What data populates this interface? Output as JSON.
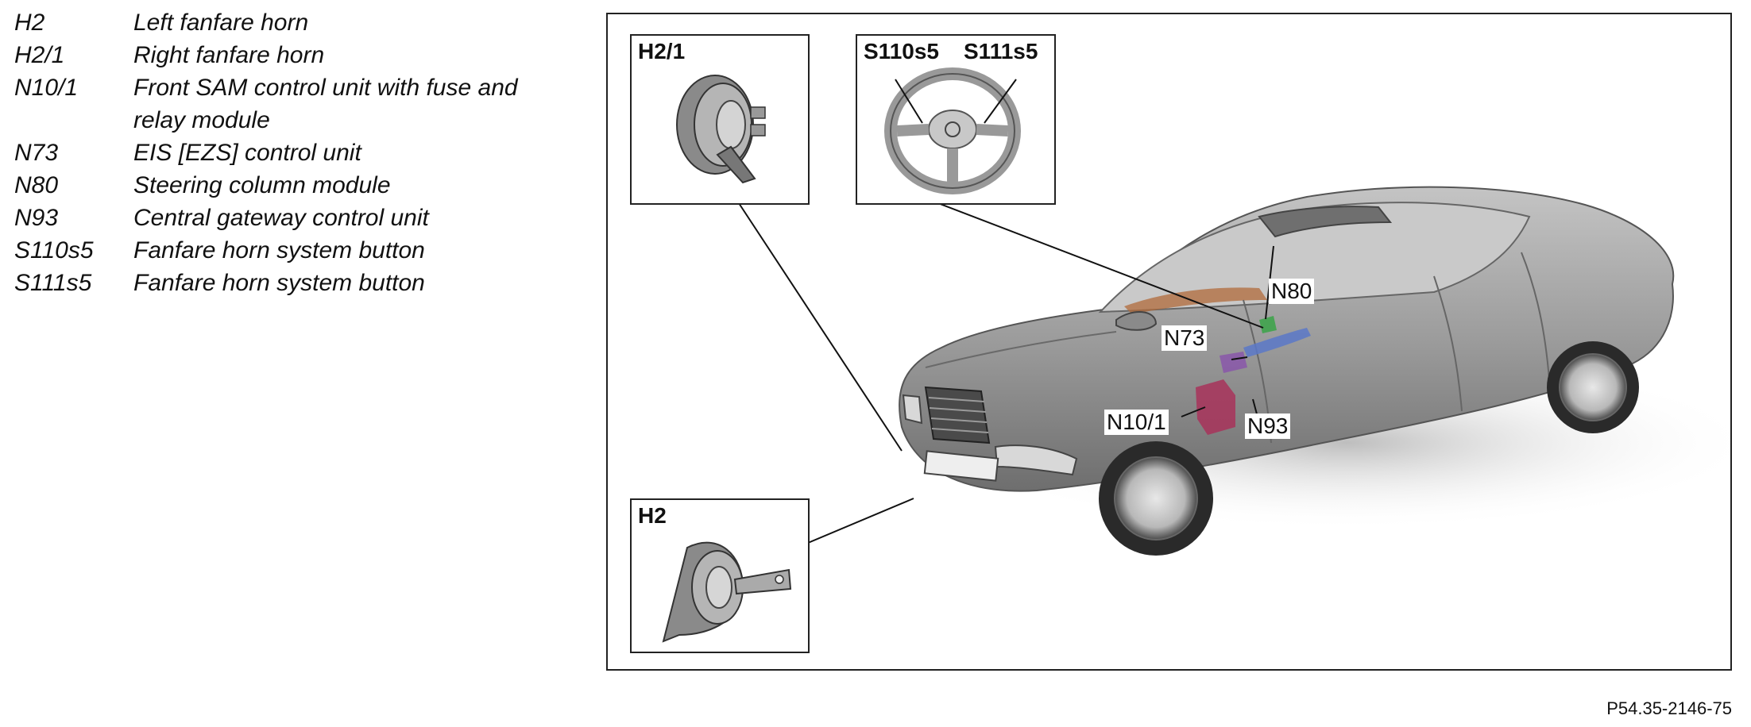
{
  "legend": [
    {
      "code": "H2",
      "desc": "Left fanfare horn"
    },
    {
      "code": "H2/1",
      "desc": "Right fanfare horn"
    },
    {
      "code": "N10/1",
      "desc": "Front SAM control unit with fuse and relay module"
    },
    {
      "code": "N73",
      "desc": "EIS [EZS] control unit"
    },
    {
      "code": "N80",
      "desc": "Steering column module"
    },
    {
      "code": "N93",
      "desc": "Central gateway control unit"
    },
    {
      "code": "S110s5",
      "desc": "Fanfare horn system button"
    },
    {
      "code": "S111s5",
      "desc": "Fanfare horn system button"
    }
  ],
  "insets": {
    "h2_1": "H2/1",
    "steering_a": "S110s5",
    "steering_b": "S111s5",
    "h2": "H2"
  },
  "callouts": {
    "n80": "N80",
    "n73": "N73",
    "n10_1": "N10/1",
    "n93": "N93"
  },
  "figure_id": "P54.35-2146-75",
  "colors": {
    "car_body": "#9a9a9a",
    "n10_1": "#a8325a",
    "n73": "#8a5aa8",
    "n80": "#3fa34d",
    "n93": "#5a78c8"
  }
}
